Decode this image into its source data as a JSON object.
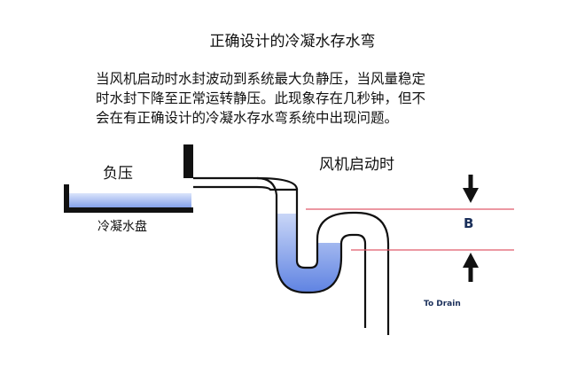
{
  "title": "正确设计的冷凝水存水弯",
  "description": [
    "当风机启动时水封波动到系统最大负静压，当风量稳定",
    "时水封下降至正常运转静压。此现象存在几秒钟，但不",
    "会在有正确设计的冷凝水存水弯系统中出现问题。"
  ],
  "labels": {
    "negative_pressure": "负压",
    "drain_pan": "冷凝水盘",
    "fan_start": "风机启动时",
    "b_marker": "B",
    "to_drain": "To Drain"
  },
  "colors": {
    "water": "#6f8fe6",
    "pipe": "#111111",
    "level_line": "#e05a6a",
    "arrow": "#111111"
  }
}
